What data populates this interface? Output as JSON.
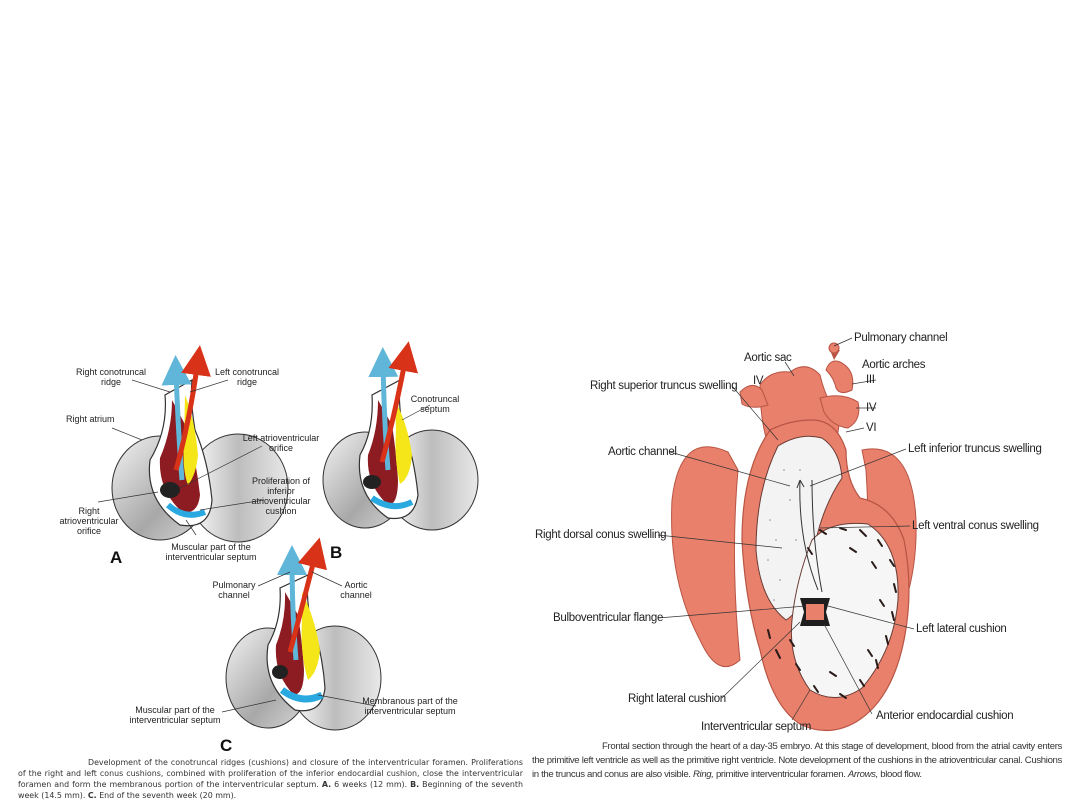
{
  "left_figure": {
    "panel_letters": {
      "a": "A",
      "b": "B",
      "c": "C"
    },
    "labels": {
      "right_conotruncal_ridge": "Right conotruncal ridge",
      "left_conotruncal_ridge": "Left conotruncal ridge",
      "right_atrium": "Right atrium",
      "left_av_orifice": "Left atrioventricular orifice",
      "proliferation": "Proliferation of inferior atrioventricular cushion",
      "right_av_orifice": "Right atrioventricular orifice",
      "muscular_part_a": "Muscular part of the interventricular septum",
      "conotruncal_septum": "Conotruncal septum",
      "pulmonary_channel": "Pulmonary channel",
      "aortic_channel": "Aortic channel",
      "muscular_part_c": "Muscular part of the interventricular septum",
      "membranous_part": "Membranous part of the interventricular septum"
    },
    "caption": {
      "lead": "Development of the conotruncal ridges (cushions) and closure of the interventricular foramen.",
      "body": "Proliferations of the right and left conus cushions, combined with proliferation of the inferior endocardial cushion, close the interventricular foramen and form the membranous portion of the interventricular septum.",
      "a_label": "A.",
      "a_text": "6 weeks (12 mm).",
      "b_label": "B.",
      "b_text": "Beginning of the seventh week (14.5 mm).",
      "c_label": "C.",
      "c_text": "End of the seventh week (20 mm)."
    }
  },
  "right_figure": {
    "labels": {
      "pulmonary_channel": "Pulmonary channel",
      "aortic_sac": "Aortic sac",
      "aortic_arches": "Aortic arches",
      "arch_iii": "III",
      "arch_iv_right": "IV",
      "arch_iv_left": "IV",
      "arch_vi": "VI",
      "right_superior_truncus": "Right superior truncus swelling",
      "aortic_channel": "Aortic channel",
      "left_inferior_truncus": "Left inferior truncus swelling",
      "left_ventral_conus": "Left ventral conus swelling",
      "right_dorsal_conus": "Right dorsal conus swelling",
      "bulboventricular_flange": "Bulboventricular flange",
      "left_lateral_cushion": "Left lateral cushion",
      "right_lateral_cushion": "Right lateral cushion",
      "anterior_endocardial": "Anterior endocardial cushion",
      "interventricular_septum": "Interventricular septum"
    },
    "caption": {
      "lead": "Frontal section through the heart of a day-35 embryo. At this stage of development, blood from the atrial cavity enters the primitive left ventricle as well as the primitive right ventricle. Note development of the cushions in the atrioventricular canal. Cushions in the truncus and conus are also visible.",
      "ring_term": "Ring,",
      "ring_text": "primitive interventricular foramen.",
      "arrows_term": "Arrows,",
      "arrows_text": "blood flow."
    }
  },
  "colors": {
    "salmon": "#e8806c",
    "salmon_dark": "#c85a48",
    "red_arrow": "#d83218",
    "blue_arrow": "#5fb6d8",
    "yellow": "#f5e619",
    "maroon": "#8c1c22",
    "cushion_blue": "#2aa8e0"
  }
}
